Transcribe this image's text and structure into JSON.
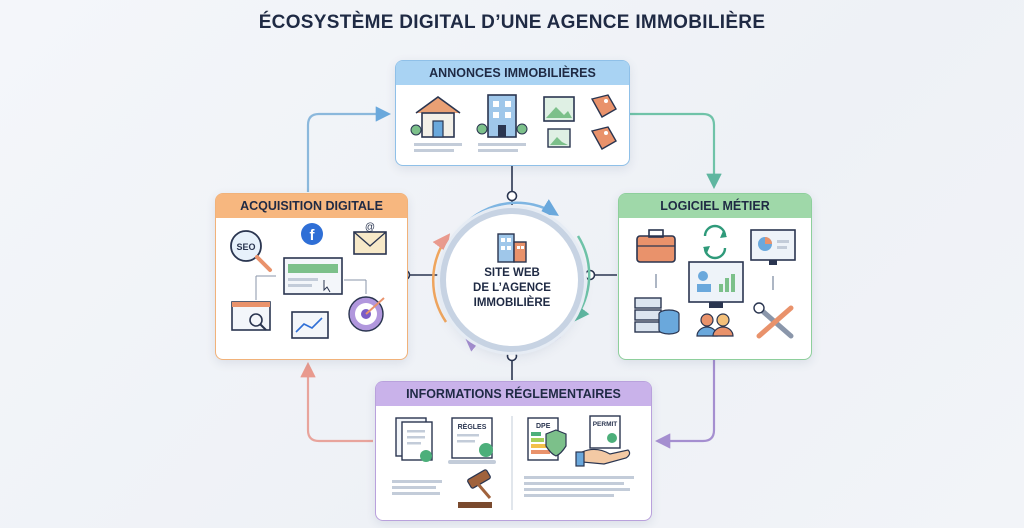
{
  "title": "ÉCOSYSTÈME DIGITAL D’UNE AGENCE IMMOBILIÈRE",
  "center": {
    "line1": "SITE WEB",
    "line2": "DE L’AGENCE",
    "line3": "IMMOBILIÈRE"
  },
  "boxes": {
    "annonces": {
      "title": "ANNONCES IMMOBILIÈRES"
    },
    "acquisition": {
      "title": "ACQUISITION DIGITALE"
    },
    "logiciel": {
      "title": "LOGICIEL MÉTIER"
    },
    "informations": {
      "title": "INFORMATIONS  RÉGLEMENTAIRES"
    }
  },
  "icon_labels": {
    "seo": "SEO",
    "regles": "RÈGLES",
    "dpe": "DPE",
    "permit": "PERMIT"
  },
  "icons": {
    "annonces": [
      "house-icon",
      "building-icon",
      "photo-gallery-icon",
      "price-tag-icon"
    ],
    "acquisition": [
      "seo-magnifier-icon",
      "facebook-icon",
      "email-icon",
      "web-page-icon",
      "target-icon",
      "browser-search-icon",
      "analytics-chart-icon"
    ],
    "logiciel": [
      "toolbox-icon",
      "sync-icon",
      "dashboard-chart-icon",
      "monitor-icon",
      "server-database-icon",
      "users-icon",
      "tools-icon"
    ],
    "informations": [
      "documents-icon",
      "rules-certificate-icon",
      "energy-label-icon",
      "permit-hand-icon",
      "gavel-icon"
    ]
  },
  "colors": {
    "annonces": "#a9d3f3",
    "acquisition": "#f7b77f",
    "logiciel": "#9fd8a9",
    "informations": "#c9b2ea",
    "text": "#1f2a44"
  }
}
